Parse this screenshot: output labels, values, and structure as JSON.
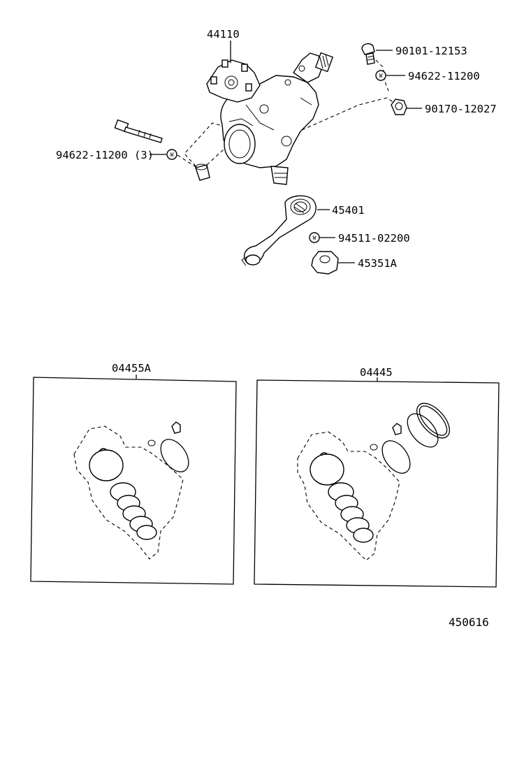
{
  "diagram": {
    "parts": [
      {
        "id": "p44110",
        "label": "44110",
        "name": "steering gear assembly"
      },
      {
        "id": "p90101",
        "label": "90101-12153",
        "name": "bolt"
      },
      {
        "id": "p94622a",
        "label": "94622-11200",
        "name": "washer"
      },
      {
        "id": "p90170",
        "label": "90170-12027",
        "name": "nut"
      },
      {
        "id": "p94622b",
        "label": "94622-11200 (3)",
        "name": "washer"
      },
      {
        "id": "p45401",
        "label": "45401",
        "name": "pitman arm"
      },
      {
        "id": "p94511",
        "label": "94511-02200",
        "name": "lock washer"
      },
      {
        "id": "p45351",
        "label": "45351A",
        "name": "pitman arm nut"
      }
    ],
    "kits": [
      {
        "id": "k04455A",
        "label": "04455A",
        "name": "gasket kit"
      },
      {
        "id": "k04445",
        "label": "04445",
        "name": "gasket kit"
      }
    ],
    "washer_mark": "W",
    "figure_number": "450616"
  }
}
